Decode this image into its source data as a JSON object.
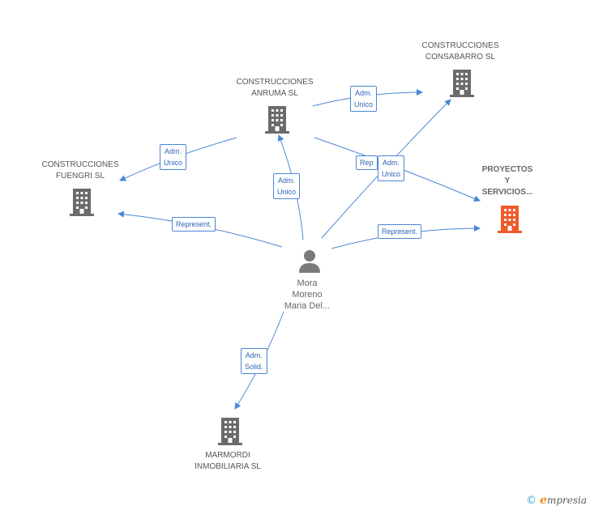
{
  "colors": {
    "edge": "#4a86d8",
    "building": "#6b6b6b",
    "highlight_building": "#ef5a28",
    "person": "#7a7a7a"
  },
  "nodes": {
    "consabarro": {
      "line1": "CONSTRUCCIONES",
      "line2": "CONSABARRO SL"
    },
    "anruma": {
      "line1": "CONSTRUCCIONES",
      "line2": "ANRUMA SL"
    },
    "fuengri": {
      "line1": "CONSTRUCCIONES",
      "line2": "FUENGRI SL"
    },
    "proyectos": {
      "line1": "PROYECTOS",
      "line2": "Y",
      "line3": "SERVICIOS..."
    },
    "person": {
      "line1": "Mora",
      "line2": "Moreno",
      "line3": "Maria Del..."
    },
    "marmordi": {
      "line1": "MARMORDI",
      "line2": "INMOBILIARIA SL"
    }
  },
  "edge_labels": {
    "anruma_consabarro": {
      "line1": "Adm.",
      "line2": "Unico"
    },
    "anruma_fuengri": {
      "line1": "Adm.",
      "line2": "Unico"
    },
    "person_anruma": {
      "line1": "Adm.",
      "line2": "Unico"
    },
    "person_fuengri": {
      "line1": "Represent."
    },
    "anruma_proyectos": {
      "line1": "Rep"
    },
    "person_consabarro": {
      "line1": "Adm.",
      "line2": "Unico"
    },
    "person_proyectos": {
      "line1": "Represent."
    },
    "person_marmordi": {
      "line1": "Adm.",
      "line2": "Solid."
    }
  },
  "brand": {
    "copyright": "©",
    "initial": "e",
    "name": "mpresia"
  }
}
